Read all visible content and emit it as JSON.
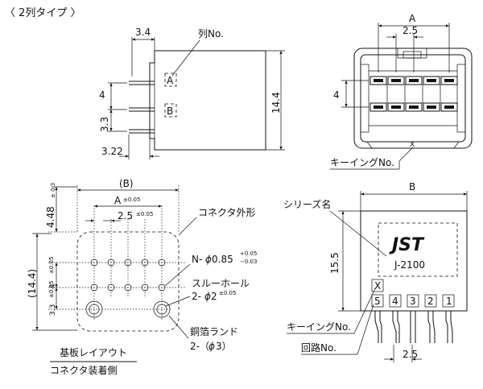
{
  "title": "〈 2列タイプ 〉",
  "side_view": {
    "dim_3_4": "3.4",
    "row_label": "列No.",
    "row_a": "A",
    "row_b": "B",
    "dim_4": "4",
    "dim_3_3": "3.3",
    "dim_3_22": "3.22",
    "dim_14_4": "14.4"
  },
  "front_view": {
    "dim_a": "A",
    "dim_2_5": "2.5",
    "dim_4": "4",
    "key_mark": "X",
    "keying_label": "キーイングNo."
  },
  "pcb_layout": {
    "dim_b_paren": "(B)",
    "dim_a": "A",
    "tol_a": "±0.05",
    "dim_2_5": "2.5",
    "tol_2_5": "±0.05",
    "dim_4_48": "4.48",
    "tol_4_48": "± 0.3",
    "dim_14_4_paren": "(14.4)",
    "dim_4": "4",
    "tol_4": "±0.05",
    "dim_3_3": "3.3",
    "tol_3_3": "±0.05",
    "outline_label": "コネクタ外形",
    "hole_label": "N-",
    "hole_phi": "ϕ",
    "hole_dia": "0.85",
    "hole_tol_upper": "+0.05",
    "hole_tol_lower": "−0.03",
    "through_hole_label": "スルーホール",
    "through_hole_count": "2-",
    "through_hole_phi": "ϕ",
    "through_hole_dia": "2",
    "through_hole_tol": "±0.05",
    "land_label": "銅箔ランド",
    "land_spec": "2-（",
    "land_phi": "ϕ",
    "land_dia": "3）",
    "caption_1": "基板レイアウト",
    "caption_2": "コネクタ装着側"
  },
  "marking_view": {
    "dim_b": "B",
    "series_label": "シリーズ名",
    "logo": "JST",
    "part_no": "J-2100",
    "dim_15_5": "15.5",
    "key_mark": "X",
    "circuit_numbers": [
      "5",
      "4",
      "3",
      "2",
      "1"
    ],
    "keying_label": "キーイングNo.",
    "circuit_label": "回路No.",
    "dim_2_5": "2.5"
  }
}
